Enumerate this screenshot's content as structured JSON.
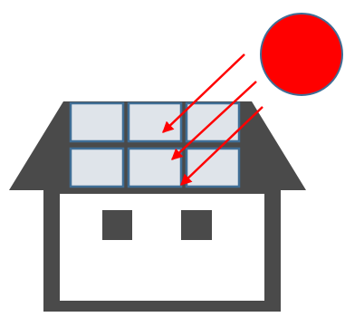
{
  "diagram": {
    "subject": "house-with-rooftop-solar-panels",
    "colors": {
      "background": "#ffffff",
      "house": "#4a4a4a",
      "panel_fill": "#dfe4ea",
      "panel_border": "#3f6e96",
      "sun_fill": "#ff0000",
      "sun_border": "#3f6e96",
      "sunlight_arrow": "#ff0000"
    },
    "elements": {
      "sun": {
        "icon": "sun-icon"
      },
      "panel_grid": {
        "rows": 2,
        "columns": 3
      },
      "windows": {
        "count": 2
      },
      "sunlight_arrows": {
        "count": 3
      }
    }
  }
}
